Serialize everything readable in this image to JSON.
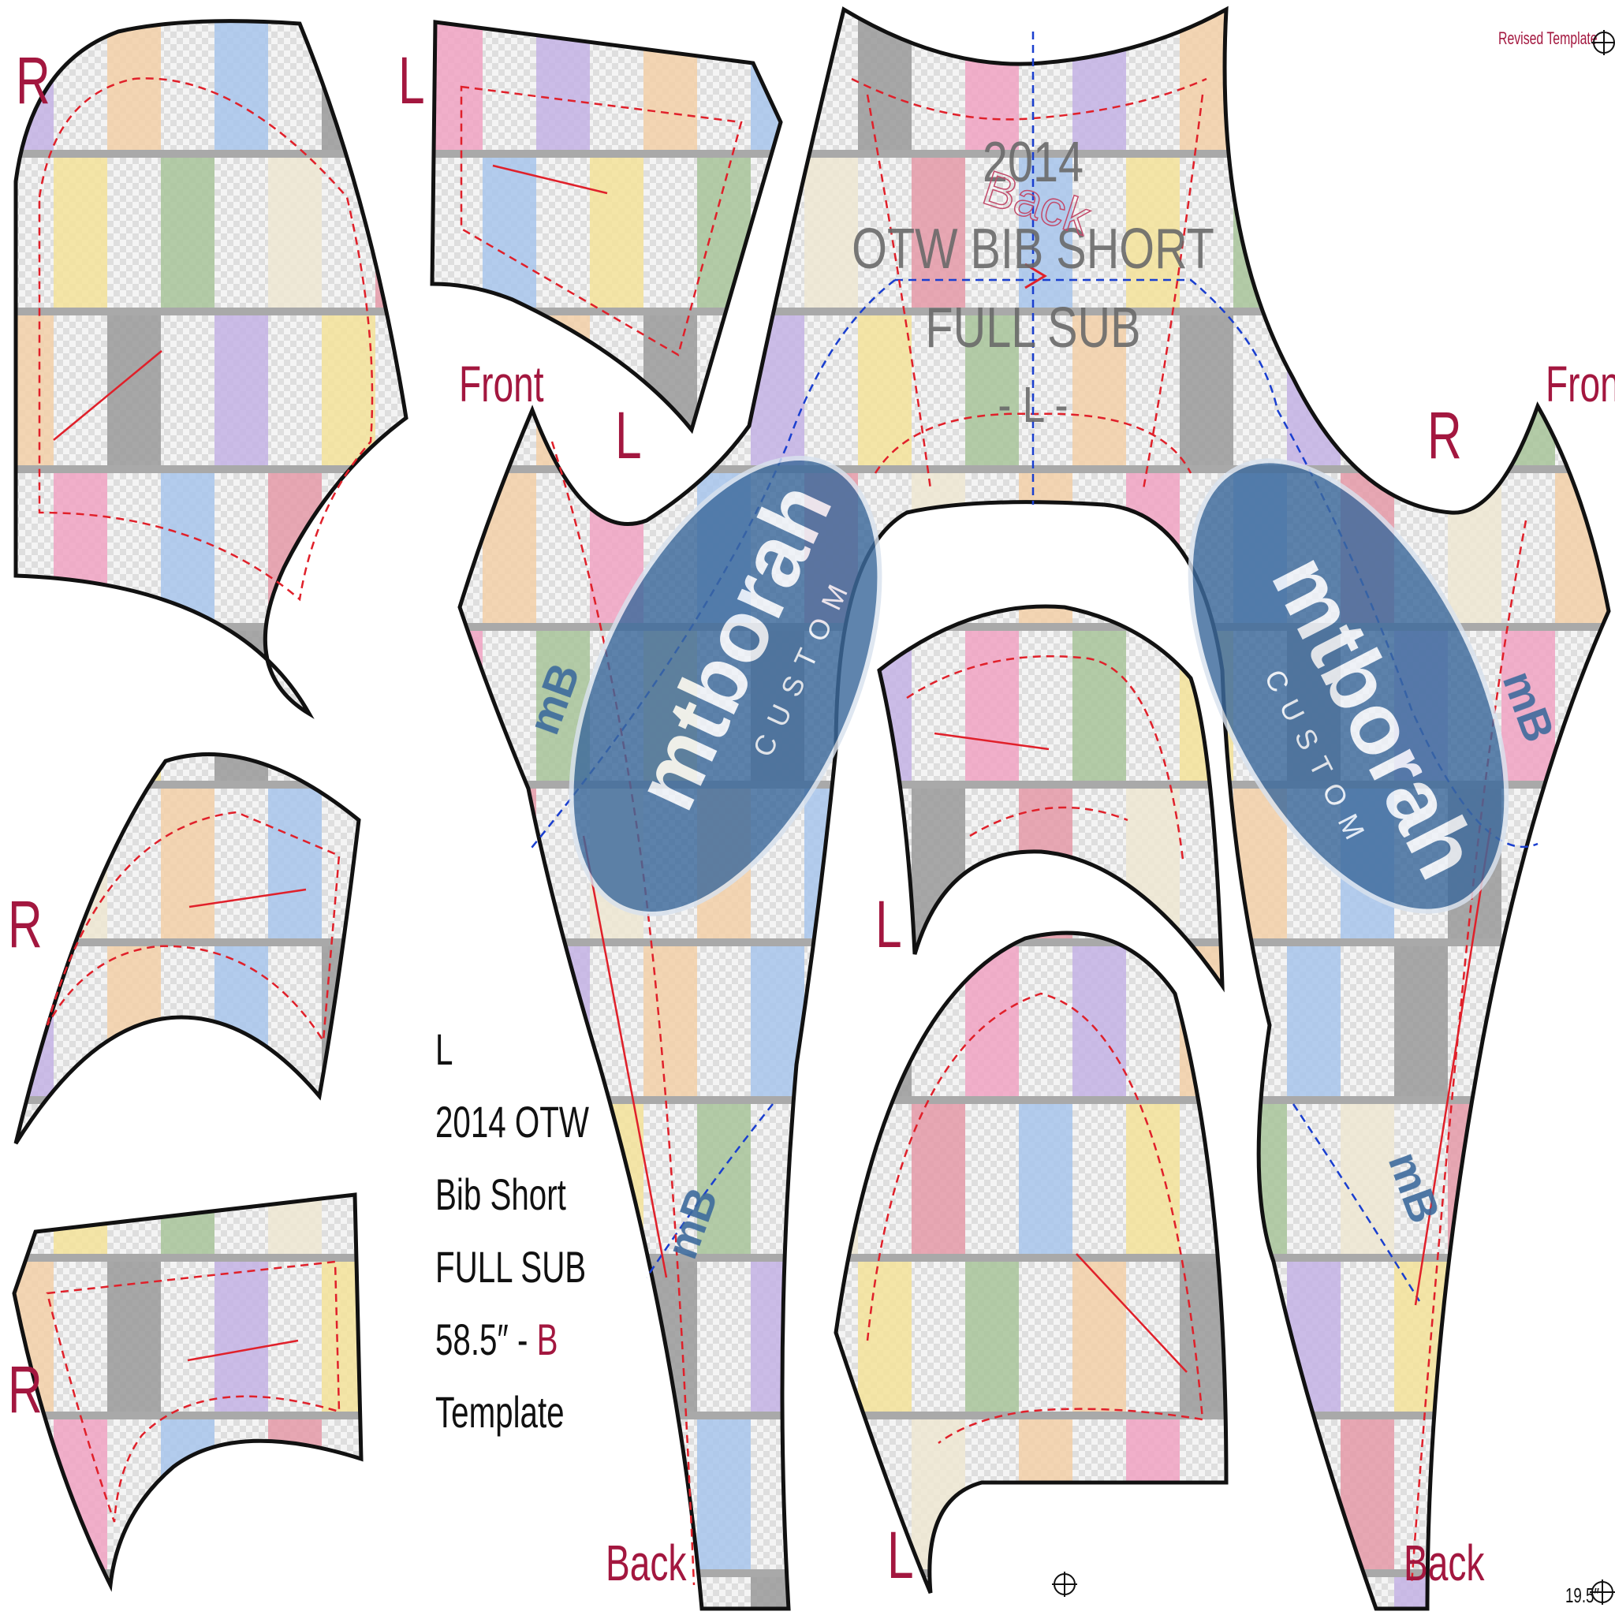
{
  "header": {
    "revised_label": "Revised Template"
  },
  "piece_labels": {
    "r_top_left": "R",
    "l_top_mid": "L",
    "front_left": "Front",
    "l_center_left": "L",
    "front_right": "Front",
    "r_center_right": "R",
    "r_mid_left": "R",
    "r_bottom_left": "R",
    "l_inner": "L",
    "l_bottom_center": "L",
    "back_left": "Back",
    "back_right": "Back"
  },
  "back_panel": {
    "title_line1": "2014",
    "title_line2": "OTW BIB SHORT",
    "title_line3": "FULL SUB",
    "size_line": "- L -",
    "back_mark": "Back"
  },
  "info_block": {
    "size": "L",
    "line1": "2014 OTW",
    "line2": "Bib Short",
    "line3": "FULL SUB",
    "length_value": "58.5″ -",
    "length_grade": "B",
    "line5": "Template"
  },
  "logos": {
    "brand": "mtborah",
    "sub": "CUSTOM",
    "mark": "mB"
  },
  "footer": {
    "width_mark": "19.5″"
  },
  "colors": {
    "label_red": "#a3173f",
    "outline": "#111111",
    "seam_red": "#e0202a",
    "center_blue": "#1a3fcf",
    "logo_blue": "#3d6a9c",
    "swatches": [
      "#c4b3e6",
      "#f4d0a8",
      "#a8c6ec",
      "#9a9a9a",
      "#f1a3c3",
      "#f5e39a",
      "#a8c59a",
      "#efe8d2",
      "#e59aa8"
    ]
  }
}
